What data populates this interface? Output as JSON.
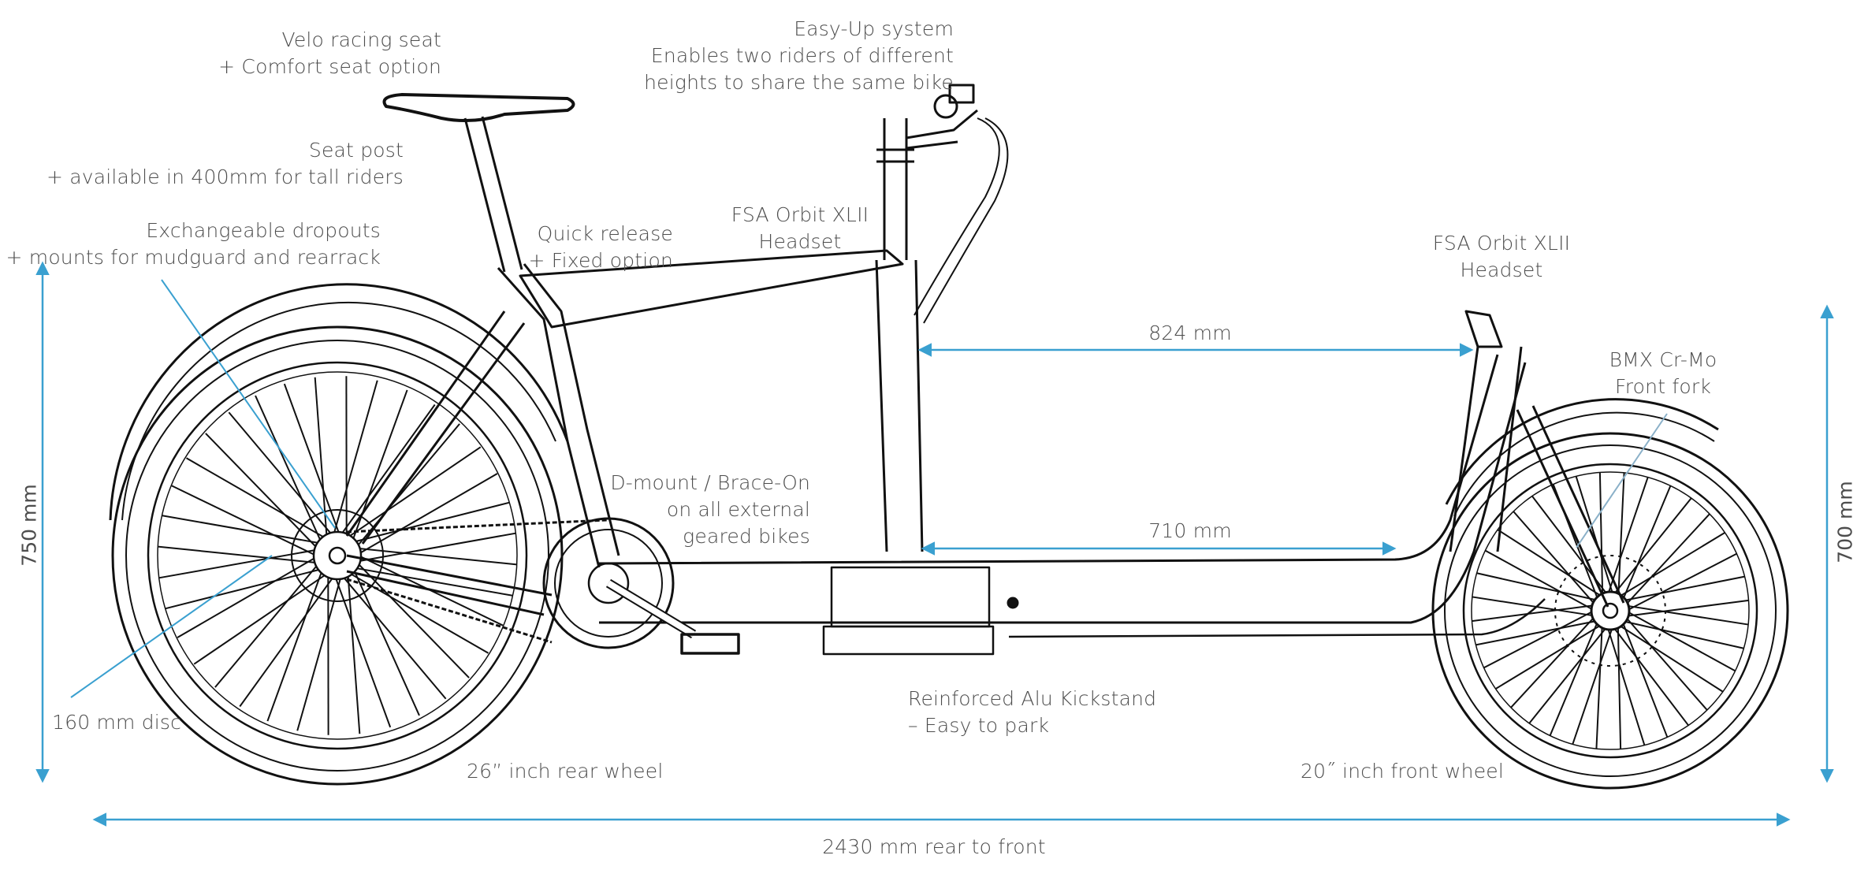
{
  "diagram": {
    "subject": "Cargo bike side-view technical drawing",
    "accent_color": "#3aa0d0",
    "line_color": "#111111",
    "text_color": "#4d4d4d"
  },
  "labels": {
    "seat": [
      "Velo racing seat",
      "+ Comfort seat option"
    ],
    "seat_post": [
      "Seat post",
      "+ available in 400mm for tall riders"
    ],
    "dropouts": [
      "Exchangeable dropouts",
      "+ mounts for mudguard and rearrack"
    ],
    "quick_release": [
      "Quick release",
      "+ Fixed option"
    ],
    "rear_headset": [
      "FSA Orbit XLII",
      "Headset"
    ],
    "easy_up": [
      "Easy-Up system",
      "Enables two riders of different",
      "heights to share the same bike"
    ],
    "front_headset": [
      "FSA Orbit XLII",
      "Headset"
    ],
    "front_fork": [
      "BMX Cr-Mo",
      "Front fork"
    ],
    "d_mount": [
      "D-mount / Brace-On",
      "on all external",
      "geared bikes"
    ],
    "kickstand": [
      "Reinforced Alu Kickstand",
      "– Easy to park"
    ],
    "disc": "160 mm disc",
    "rear_wheel": "26” inch rear wheel",
    "front_wheel": "20˝ inch front wheel"
  },
  "dimensions": {
    "rear_height": "750 mm",
    "front_height": "700 mm",
    "cargo_upper": "824 mm",
    "cargo_lower": "710 mm",
    "overall_length": "2430 mm rear to front"
  },
  "specs": {
    "rear_height_mm": 750,
    "front_height_mm": 700,
    "cargo_upper_mm": 824,
    "cargo_lower_mm": 710,
    "overall_length_mm": 2430,
    "rear_wheel_in": 26,
    "front_wheel_in": 20,
    "disc_mm": 160,
    "seat_post_option_mm": 400
  }
}
